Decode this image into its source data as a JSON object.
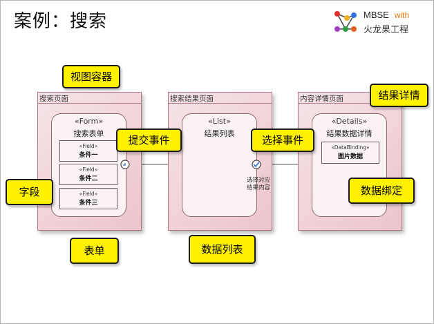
{
  "title": "案例：搜索",
  "brand": {
    "line1": "MBSE",
    "with": "with",
    "line2": "火龙果工程"
  },
  "pages": {
    "search": {
      "label": "搜索页面",
      "form_stereotype": "«Form»",
      "form_name": "搜索表单",
      "fields": [
        {
          "stereotype": "«Field»",
          "name": "条件一"
        },
        {
          "stereotype": "«Field»",
          "name": "条件二"
        },
        {
          "stereotype": "«Field»",
          "name": "条件三"
        }
      ]
    },
    "results": {
      "label": "搜索结果页面",
      "list_stereotype": "«List»",
      "list_name": "结果列表",
      "note": [
        "选择对应",
        "结果内容"
      ]
    },
    "details": {
      "label": "内容详情页面",
      "details_stereotype": "«Details»",
      "details_name": "结果数据详情",
      "binding": {
        "stereotype": "«DataBinding»",
        "name": "图片数据"
      }
    }
  },
  "callouts": {
    "view_container": "视图容器",
    "submit_event": "提交事件",
    "select_event": "选择事件",
    "result_details": "结果详情",
    "field": "字段",
    "form": "表单",
    "data_list": "数据列表",
    "data_binding": "数据绑定"
  }
}
